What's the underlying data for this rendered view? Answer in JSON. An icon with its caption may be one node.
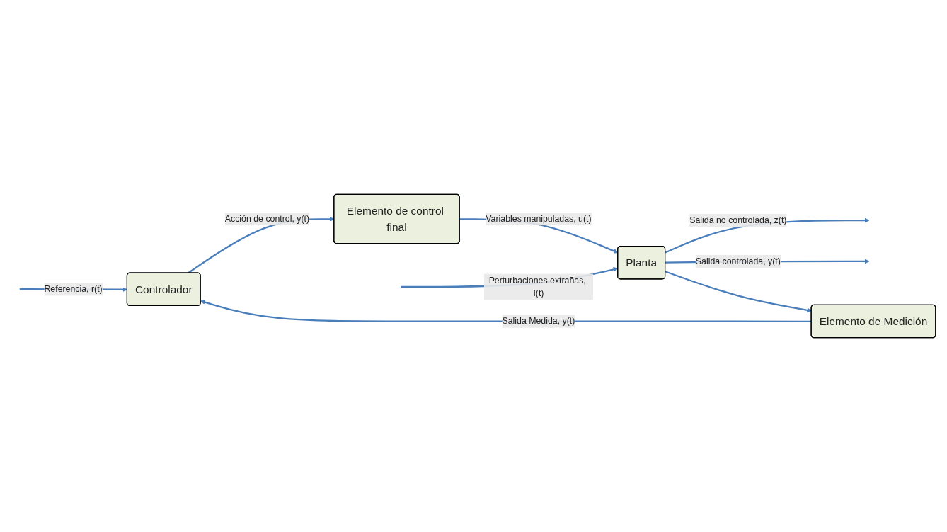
{
  "diagram": {
    "nodes": [
      {
        "text": [
          "Controlador"
        ]
      },
      {
        "text": [
          "Elemento de control final"
        ]
      },
      {
        "text": [
          "Planta"
        ]
      },
      {
        "text": [
          "Elemento de Medición"
        ]
      }
    ],
    "edges": [
      {
        "from": null,
        "to": 0,
        "arrow": "to",
        "label": "Referencia, r(t)"
      },
      {
        "from": 0,
        "to": 1,
        "arrow": "to",
        "label": "Acción de control, y(t)"
      },
      {
        "from": 1,
        "to": 2,
        "arrow": "to",
        "label": "Variables manipuladas, u(t)"
      },
      {
        "from": null,
        "to": 2,
        "arrow": "to",
        "label": "Perturbaciones extrañas, I(t)"
      },
      {
        "from": 2,
        "to": null,
        "arrow": "to",
        "label": "Salida no controlada, z(t)"
      },
      {
        "from": 2,
        "to": null,
        "arrow": "to",
        "label": "Salida controlada, y(t)"
      },
      {
        "from": 2,
        "to": 3,
        "arrow": "to"
      },
      {
        "from": 3,
        "to": 0,
        "arrow": "to",
        "label": "Salida Medida, y(t)"
      }
    ]
  }
}
